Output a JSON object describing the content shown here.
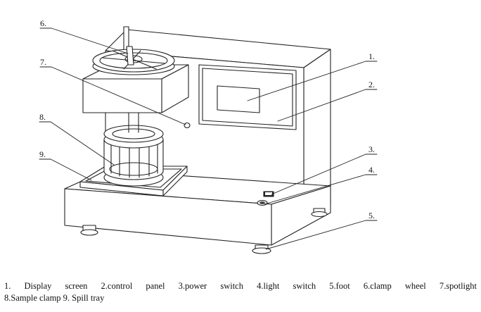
{
  "callouts": [
    {
      "id": "1",
      "label": "1."
    },
    {
      "id": "2",
      "label": "2."
    },
    {
      "id": "3",
      "label": "3."
    },
    {
      "id": "4",
      "label": "4."
    },
    {
      "id": "5",
      "label": "5."
    },
    {
      "id": "6",
      "label": "6."
    },
    {
      "id": "7",
      "label": "7."
    },
    {
      "id": "8",
      "label": "8."
    },
    {
      "id": "9",
      "label": "9."
    }
  ],
  "caption": {
    "line1": "1. Display screen   2.control panel   3.power switch 4.light switch 5.foot 6.clamp wheel 7.spotlight",
    "line2": "8.Sample clamp 9. Spill tray"
  }
}
